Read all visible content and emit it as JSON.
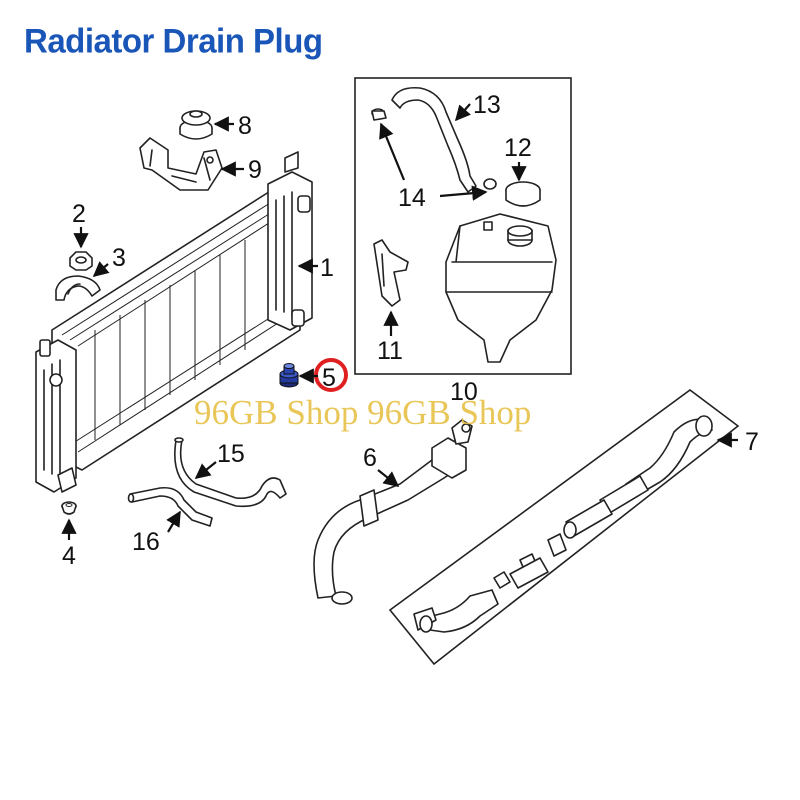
{
  "title": "Radiator Drain Plug",
  "accent_color": "#1a56b8",
  "highlight_color": "#e02020",
  "highlighted_part": "5",
  "watermark": "96GB Shop 96GB Shop",
  "callouts": {
    "c1": "1",
    "c2": "2",
    "c3": "3",
    "c4": "4",
    "c5": "5",
    "c6": "6",
    "c7": "7",
    "c8": "8",
    "c9": "9",
    "c10": "10",
    "c11": "11",
    "c12": "12",
    "c13": "13",
    "c14": "14",
    "c15": "15",
    "c16": "16"
  }
}
